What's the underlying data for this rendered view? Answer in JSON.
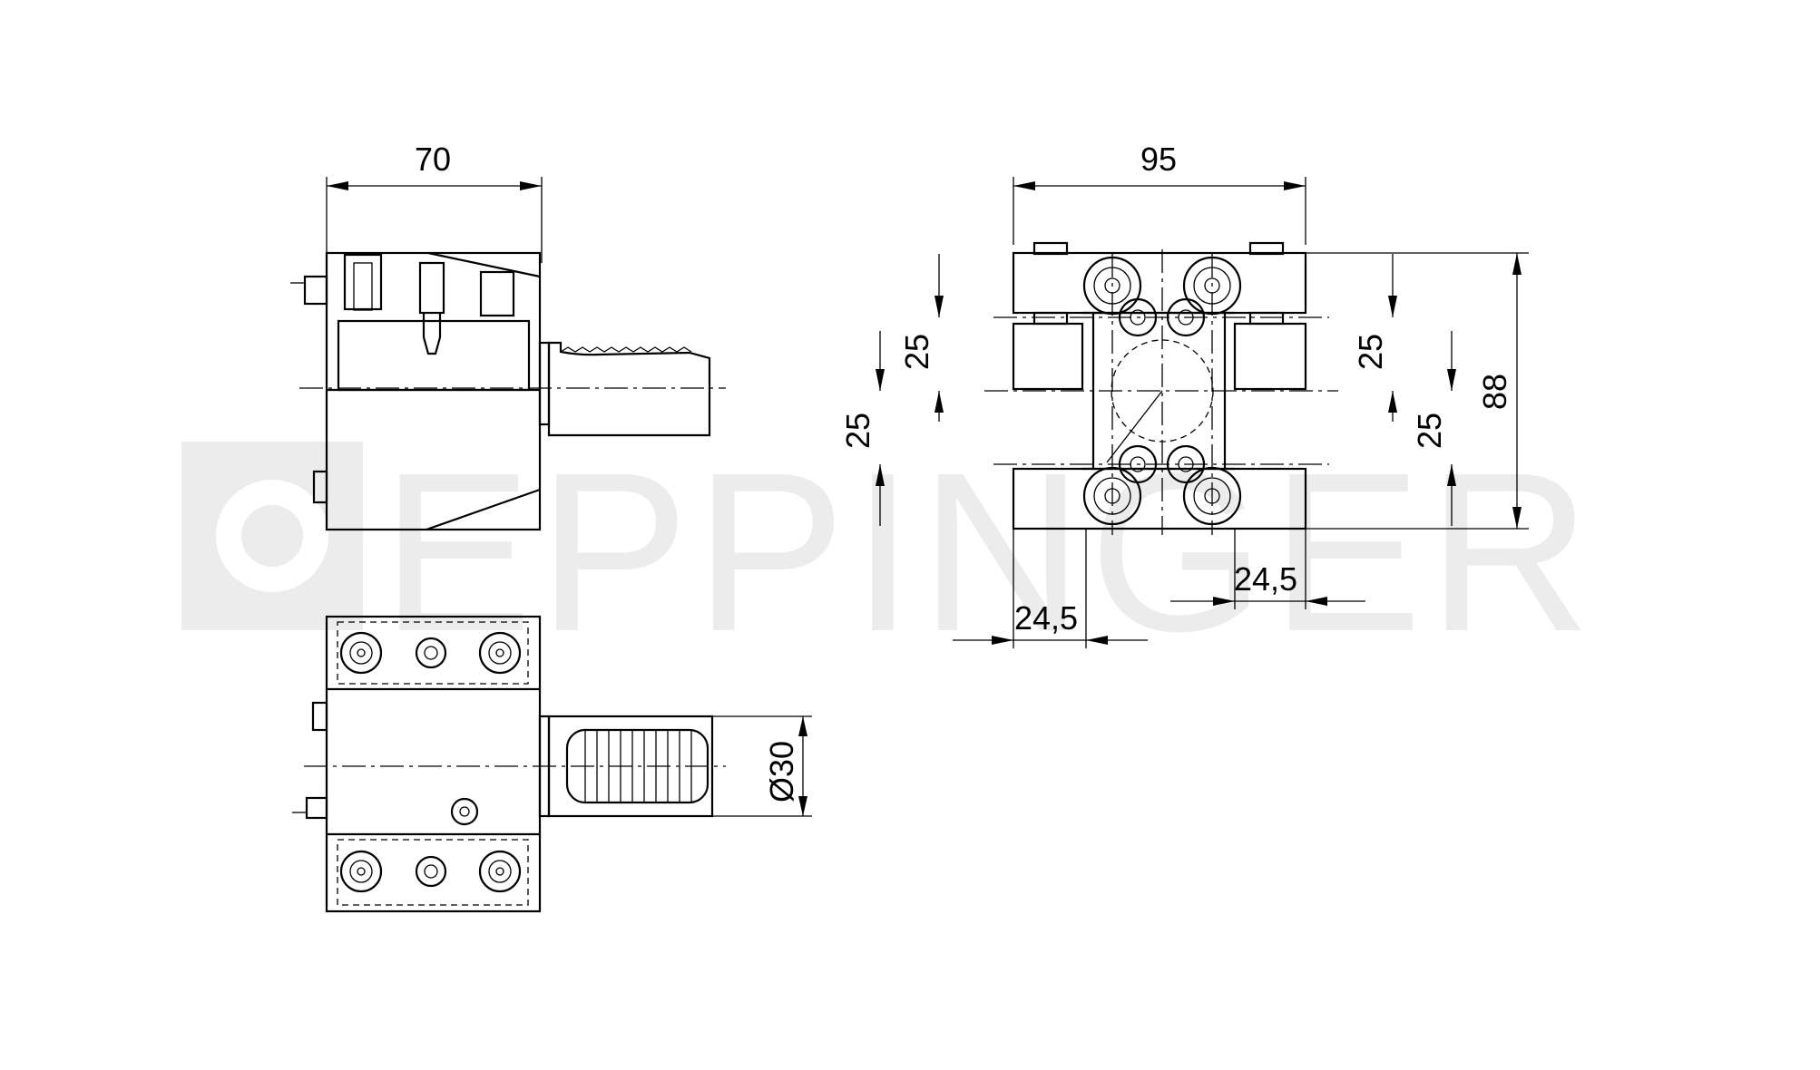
{
  "watermark": {
    "text": "EPPINGER"
  },
  "dimensions": {
    "side_width": "70",
    "front_width": "95",
    "front_height": "88",
    "hole_offset_left_1": "25",
    "hole_offset_left_2": "25",
    "hole_offset_right_1": "25",
    "hole_offset_right_2": "25",
    "bottom_left": "24,5",
    "bottom_right": "24,5",
    "shank_diameter": "Ø30"
  }
}
